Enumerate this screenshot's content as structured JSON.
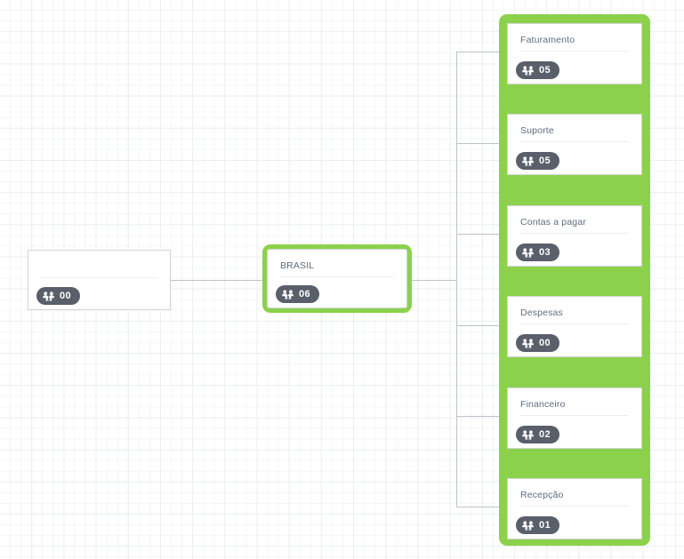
{
  "canvas": {
    "background_color": "#ffffff",
    "grid_line_color": "#eceef0",
    "grid_fine_color": "#f5f6f7",
    "accent_color": "#8cd14b",
    "badge_color": "#595f6b",
    "node_border_color": "#d2d5d9",
    "connector_color": "#bfc3c7"
  },
  "chart_data": {
    "type": "org-chart",
    "title": "",
    "nodes": [
      {
        "id": "root",
        "label": "",
        "count": "00",
        "level": 0,
        "selected": false
      },
      {
        "id": "brasil",
        "label": "BRASIL",
        "count": "06",
        "level": 1,
        "selected": true,
        "parent": "root"
      },
      {
        "id": "faturamento",
        "label": "Faturamento",
        "count": "05",
        "level": 2,
        "selected": true,
        "parent": "brasil"
      },
      {
        "id": "suporte",
        "label": "Suporte",
        "count": "05",
        "level": 2,
        "selected": true,
        "parent": "brasil"
      },
      {
        "id": "contas",
        "label": "Contas a pagar",
        "count": "03",
        "level": 2,
        "selected": true,
        "parent": "brasil"
      },
      {
        "id": "despesas",
        "label": "Despesas",
        "count": "00",
        "level": 2,
        "selected": true,
        "parent": "brasil"
      },
      {
        "id": "financeiro",
        "label": "Financeiro",
        "count": "02",
        "level": 2,
        "selected": true,
        "parent": "brasil"
      },
      {
        "id": "recepcao",
        "label": "Recepção",
        "count": "01",
        "level": 2,
        "selected": true,
        "parent": "brasil"
      }
    ]
  },
  "root_node": {
    "label": "",
    "count": "00",
    "icon": "people-group-icon"
  },
  "brasil_node": {
    "label": "BRASIL",
    "count": "06",
    "icon": "people-group-icon"
  },
  "departments": [
    {
      "label": "Faturamento",
      "count": "05",
      "icon": "people-group-icon"
    },
    {
      "label": "Suporte",
      "count": "05",
      "icon": "people-group-icon"
    },
    {
      "label": "Contas a pagar",
      "count": "03",
      "icon": "people-group-icon"
    },
    {
      "label": "Despesas",
      "count": "00",
      "icon": "people-group-icon"
    },
    {
      "label": "Financeiro",
      "count": "02",
      "icon": "people-group-icon"
    },
    {
      "label": "Recepção",
      "count": "01",
      "icon": "people-group-icon"
    }
  ]
}
